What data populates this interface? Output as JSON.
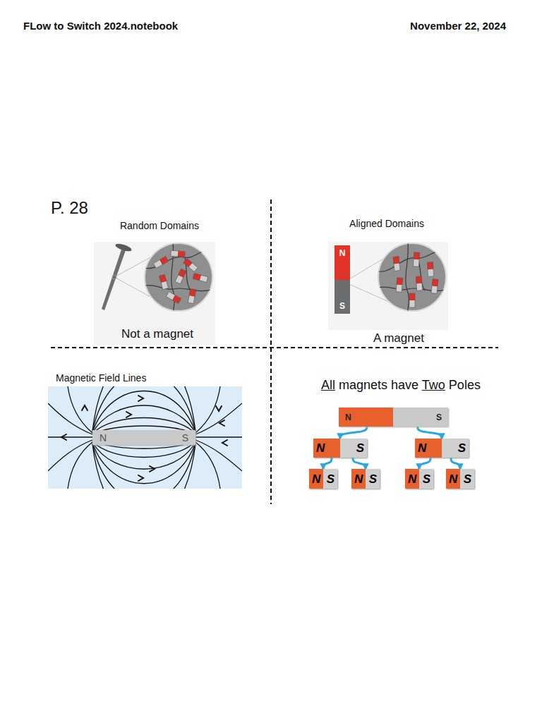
{
  "diagram": {
    "nodes": [
      {
        "text": [
          "N",
          "S"
        ]
      },
      {
        "text": [
          "N",
          "S"
        ]
      },
      {
        "text": [
          "N",
          "S"
        ]
      },
      {
        "text": [
          "N",
          "S"
        ]
      },
      {
        "text": [
          "N",
          "S"
        ]
      },
      {
        "text": [
          "N",
          "S"
        ]
      },
      {
        "text": [
          "N",
          "S"
        ]
      },
      {
        "text": [
          "N",
          "S"
        ]
      },
      {
        "text": [
          "N",
          "S"
        ]
      }
    ],
    "edges": [
      {
        "from": 2,
        "to": 3,
        "arrow": "to"
      },
      {
        "from": 2,
        "to": 4,
        "arrow": "to"
      },
      {
        "from": 3,
        "to": 5,
        "arrow": "to"
      },
      {
        "from": 3,
        "to": 6,
        "arrow": "to"
      },
      {
        "from": 4,
        "to": 7,
        "arrow": "to"
      },
      {
        "from": 4,
        "to": 8,
        "arrow": "to"
      }
    ],
    "labels": [
      "FLow to Switch 2024.notebook",
      "November 22, 2024",
      "P. 28",
      "Random Domains",
      "Not a magnet",
      "Aligned Domains",
      "A magnet",
      "Magnetic Field Lines",
      "All magnets have Two Poles"
    ]
  }
}
